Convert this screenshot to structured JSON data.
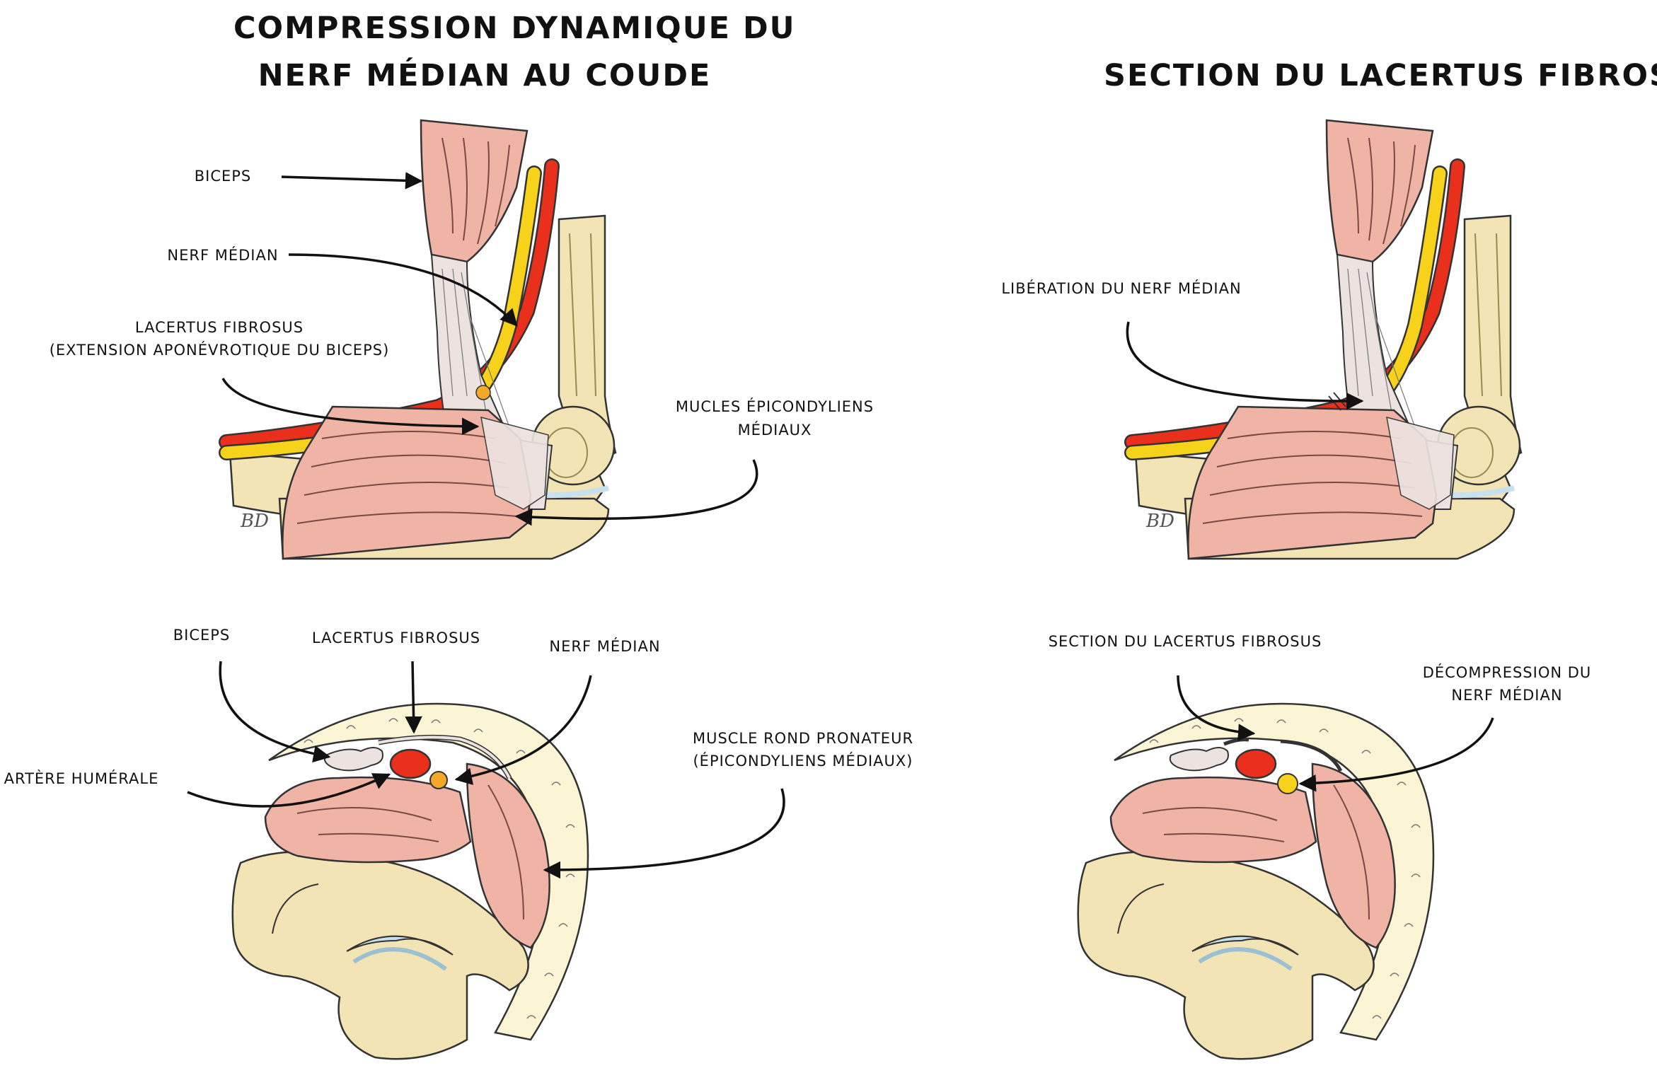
{
  "titles": {
    "left_line1": "COMPRESSION DYNAMIQUE DU",
    "left_line2": "NERF MÉDIAN AU COUDE",
    "right": "SECTION DU LACERTUS FIBROSUS"
  },
  "labels": {
    "lat_left": {
      "biceps": "BICEPS",
      "nerf_median": "NERF MÉDIAN",
      "lacertus_line1": "LACERTUS FIBROSUS",
      "lacertus_line2": "(EXTENSION APONÉVROTIQUE DU BICEPS)",
      "epi_line1": "MUCLES ÉPICONDYLIENS",
      "epi_line2": "MÉDIAUX"
    },
    "lat_right": {
      "liberation": "LIBÉRATION DU NERF MÉDIAN"
    },
    "sec_left": {
      "biceps": "BICEPS",
      "lacertus": "LACERTUS FIBROSUS",
      "nerf_median": "NERF MÉDIAN",
      "artere": "ARTÈRE HUMÉRALE",
      "rond_line1": "MUSCLE ROND PRONATEUR",
      "rond_line2": "(ÉPICONDYLIENS MÉDIAUX)"
    },
    "sec_right": {
      "section": "SECTION DU LACERTUS FIBROSUS",
      "decomp_line1": "DÉCOMPRESSION DU",
      "decomp_line2": "NERF MÉDIAN"
    }
  },
  "signature": "BD",
  "colors": {
    "bone": "#f2e4b4",
    "muscle": "#f0b4a6",
    "nerve": "#f7d21a",
    "artery": "#e8301c",
    "tendon": "#ece2e0",
    "cartilage": "#c9e0ee",
    "skin": "#fbf5d6"
  }
}
